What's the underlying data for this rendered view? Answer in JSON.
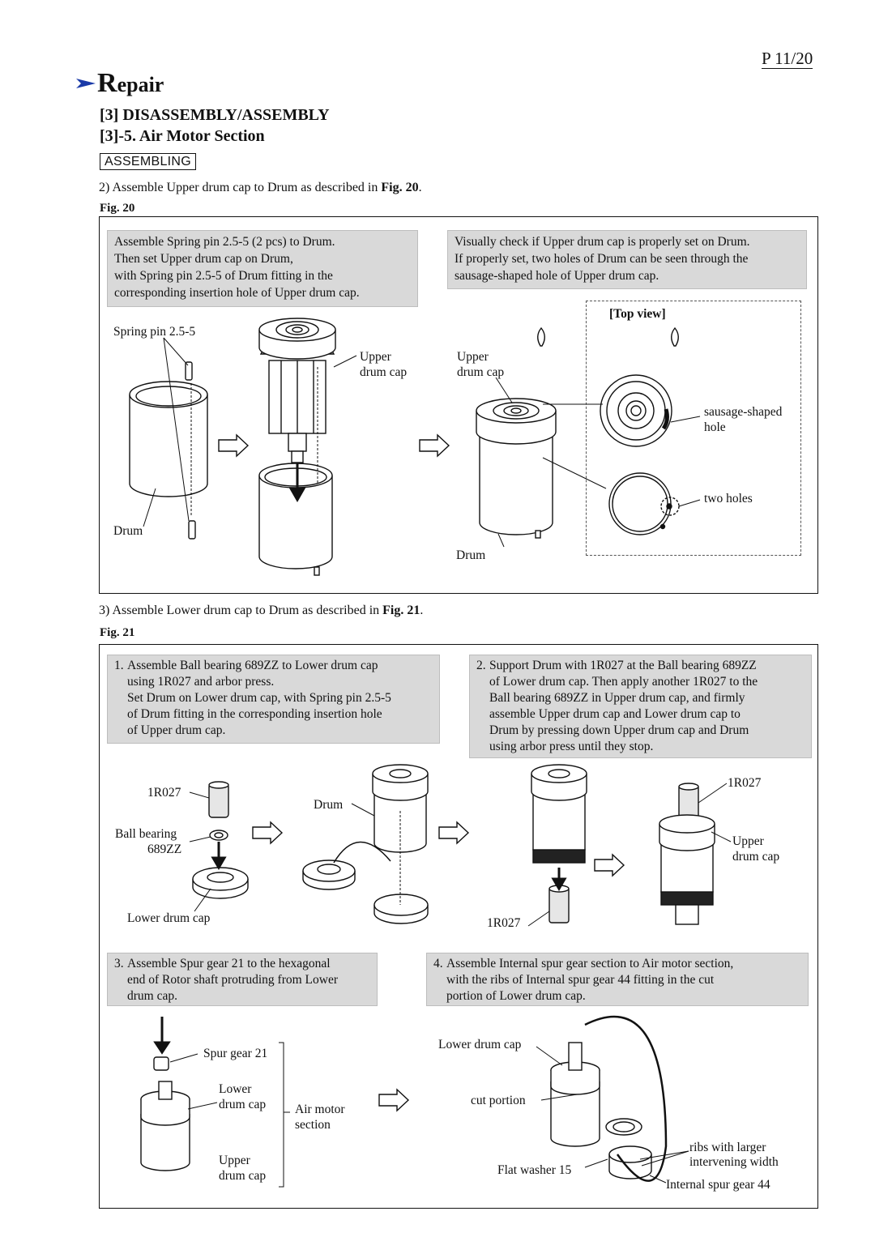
{
  "page": {
    "number": "P 11/20"
  },
  "header": {
    "section_initial": "R",
    "section_rest": "epair",
    "title": "[3] DISASSEMBLY/ASSEMBLY",
    "subtitle": "[3]-5. Air Motor Section",
    "mode_badge": "ASSEMBLING"
  },
  "step2": {
    "text_prefix": "2) Assemble Upper drum cap to Drum as described in ",
    "text_ref": "Fig. 20",
    "text_suffix": ".",
    "fig_label": "Fig. 20",
    "notes": [
      [
        "Assemble Spring pin 2.5-5 (2 pcs) to Drum.",
        "Then set Upper drum cap on Drum,",
        "with Spring pin 2.5-5 of Drum fitting in the",
        "corresponding insertion hole of Upper drum cap."
      ],
      [
        "Visually check if Upper drum cap is properly set on Drum.",
        "If properly set, two holes of Drum can be seen through the",
        "sausage-shaped hole of Upper drum cap."
      ]
    ],
    "labels": {
      "top_view": "[Top view]",
      "spring_pin": "Spring pin 2.5-5",
      "upper_1": "Upper",
      "drum_cap_1": "drum cap",
      "upper_2": "Upper",
      "drum_cap_2": "drum cap",
      "drum_left": "Drum",
      "drum_right": "Drum",
      "sausage_1": "sausage-shaped",
      "sausage_2": "hole",
      "two_holes": "two holes"
    }
  },
  "step3": {
    "text_prefix": "3) Assemble Lower drum cap to Drum as described in ",
    "text_ref": "Fig. 21",
    "text_suffix": ".",
    "fig_label": "Fig. 21",
    "note1": {
      "num": "1.",
      "lines": [
        "Assemble Ball bearing 689ZZ to Lower drum cap",
        "using 1R027 and arbor press.",
        "Set Drum on Lower drum cap, with Spring pin 2.5-5",
        "of Drum fitting in the corresponding insertion hole",
        "of Upper drum cap."
      ]
    },
    "note2": {
      "num": "2.",
      "lines": [
        "Support Drum with 1R027 at the Ball bearing 689ZZ",
        "of Lower drum cap.  Then apply another 1R027 to the",
        "Ball bearing 689ZZ in Upper drum cap, and firmly",
        "assemble Upper drum cap and Lower drum cap to",
        "Drum  by pressing down Upper drum cap and Drum",
        "using arbor press until they stop."
      ]
    },
    "note3": {
      "num": "3.",
      "lines": [
        "Assemble Spur gear 21 to the hexagonal",
        "end of Rotor shaft protruding from Lower",
        "drum cap."
      ]
    },
    "note4": {
      "num": "4.",
      "lines": [
        "Assemble Internal spur gear section to Air motor section,",
        "with the ribs of Internal spur gear 44 fitting in the cut",
        "portion of Lower drum cap."
      ]
    },
    "labels": {
      "tool_a": "1R027",
      "ball_bearing_1": "Ball bearing",
      "ball_bearing_2": "689ZZ",
      "lower_drum_cap": "Lower drum cap",
      "drum": "Drum",
      "tool_b": "1R027",
      "tool_c": "1R027",
      "upper_1": "Upper",
      "drum_cap_1": "drum cap",
      "spur_gear": "Spur gear 21",
      "lower_1": "Lower",
      "lower_2": "drum cap",
      "air_motor_1": "Air motor",
      "air_motor_2": "section",
      "upper_3": "Upper",
      "drum_cap_3": "drum cap",
      "lower_drum_cap_2": "Lower drum cap",
      "cut_portion": "cut portion",
      "flat_washer": "Flat washer 15",
      "ribs_1": "ribs with larger",
      "ribs_2": "intervening width",
      "internal_gear": "Internal spur gear 44"
    }
  }
}
